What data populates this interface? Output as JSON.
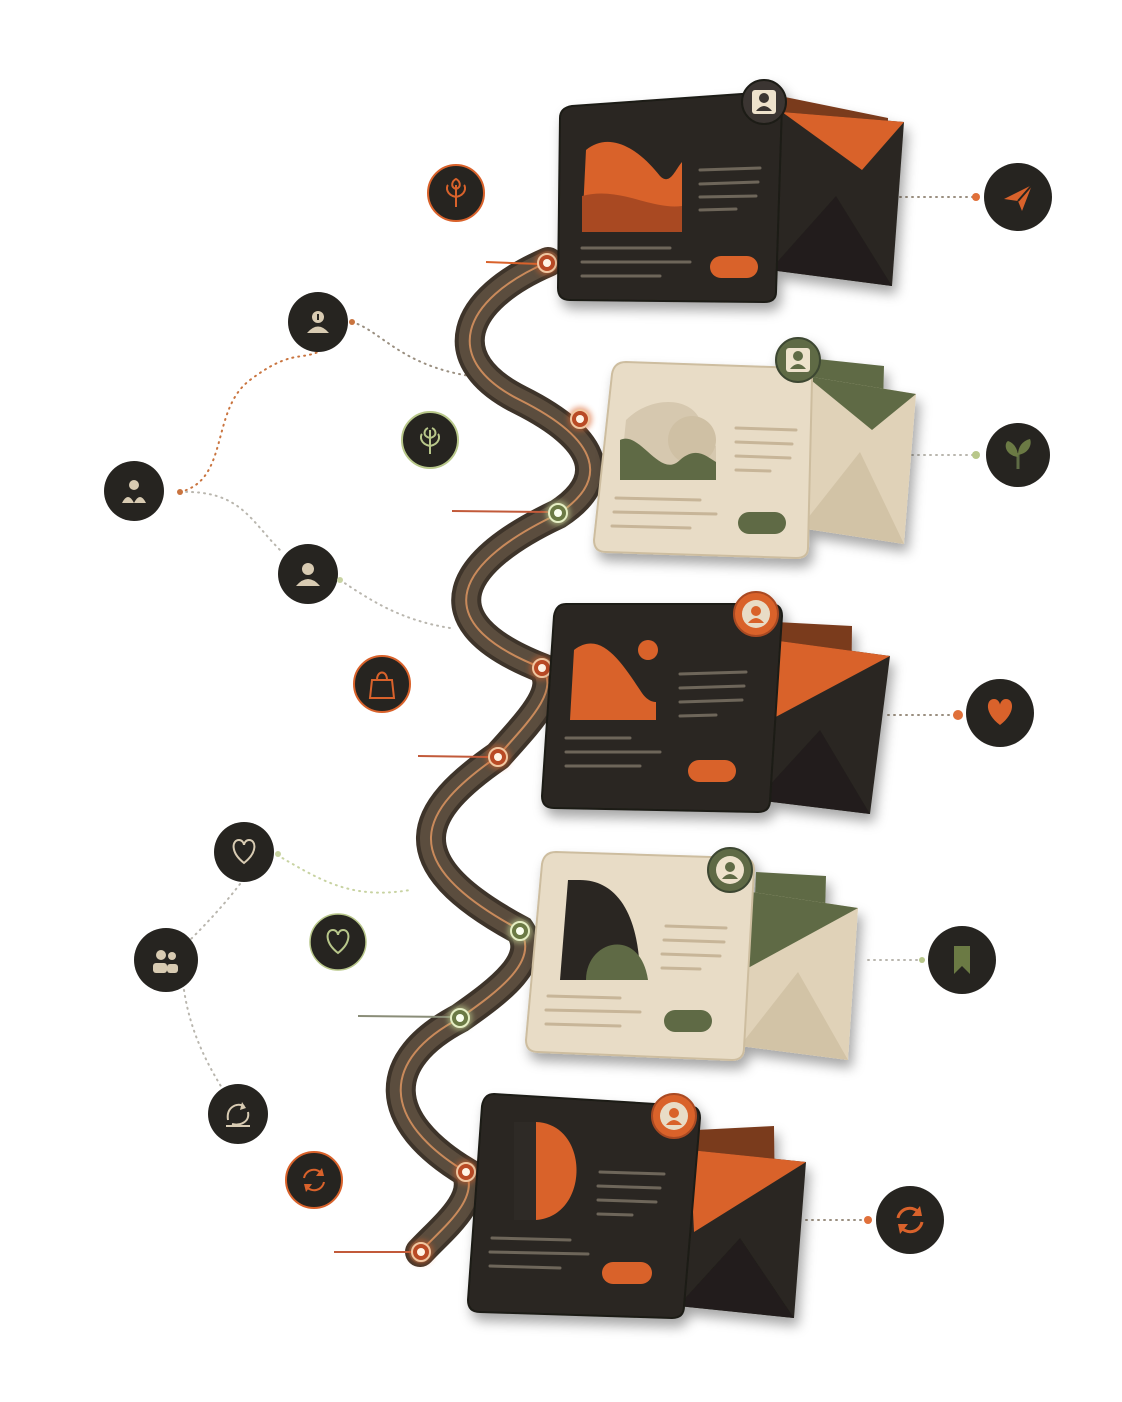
{
  "theme": {
    "dark": "#2b2822",
    "dark_edge": "#1c1a16",
    "cream": "#e8dcc6",
    "cream_edge": "#cdbd9f",
    "orange": "#d9622b",
    "olive": "#5e6b45",
    "olive_light": "#b8c78a",
    "road": "#4a3f33",
    "line": "#9b9890",
    "dot_orange": "#e0703a"
  },
  "stages": [
    {
      "name": "stage-1",
      "variant": "dark",
      "visual": "hills",
      "action_icon": "paper-plane-icon"
    },
    {
      "name": "stage-2",
      "variant": "cream",
      "visual": "hills",
      "action_icon": "leaf-icon"
    },
    {
      "name": "stage-3",
      "variant": "dark",
      "visual": "wave-sun",
      "action_icon": "heart-icon"
    },
    {
      "name": "stage-4",
      "variant": "cream",
      "visual": "arches",
      "action_icon": "bookmark-icon"
    },
    {
      "name": "stage-5",
      "variant": "dark",
      "visual": "half-circle",
      "action_icon": "refresh-icon"
    }
  ],
  "side_icons": [
    {
      "name": "sprout-icon",
      "accent": "orange"
    },
    {
      "name": "user-icon",
      "accent": "none"
    },
    {
      "name": "leaf-icon",
      "accent": "olive"
    },
    {
      "name": "user-group-icon",
      "accent": "none"
    },
    {
      "name": "user-icon",
      "accent": "none"
    },
    {
      "name": "shopping-bag-icon",
      "accent": "orange"
    },
    {
      "name": "heart-outline-icon",
      "accent": "none"
    },
    {
      "name": "heart-outline-icon",
      "accent": "olive"
    },
    {
      "name": "users-icon",
      "accent": "none"
    },
    {
      "name": "recycle-icon",
      "accent": "none"
    },
    {
      "name": "refresh-icon",
      "accent": "orange"
    }
  ]
}
